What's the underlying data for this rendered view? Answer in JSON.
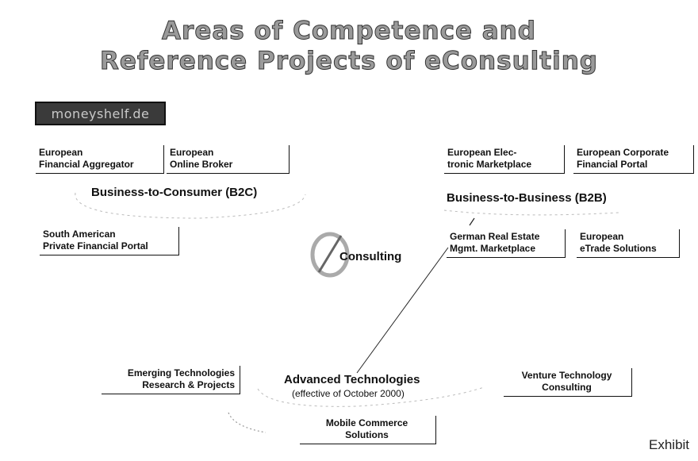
{
  "title": {
    "line1": "Areas of Competence and",
    "line2": "Reference Projects of eConsulting"
  },
  "logo_text": "moneyshelf.de",
  "b2c": {
    "heading": "Business-to-Consumer (B2C)",
    "boxes": [
      {
        "line1": "European",
        "line2": "Financial Aggregator"
      },
      {
        "line1": "European",
        "line2": "Online Broker"
      },
      {
        "line1": "South American",
        "line2": "Private Financial Portal"
      }
    ]
  },
  "b2b": {
    "heading": "Business-to-Business (B2B)",
    "boxes": [
      {
        "line1": "European Elec-",
        "line2": "tronic Marketplace"
      },
      {
        "line1": "European Corporate",
        "line2": "Financial Portal"
      },
      {
        "line1": "German Real Estate",
        "line2": "Mgmt. Marketplace"
      },
      {
        "line1": "European",
        "line2": "eTrade Solutions"
      }
    ]
  },
  "center": {
    "label": "Consulting"
  },
  "advanced": {
    "heading": "Advanced Technologies",
    "subheading": "(effective of October 2000)",
    "boxes": [
      {
        "line1": "Emerging Technologies",
        "line2": "Research & Projects"
      },
      {
        "line1": "Venture Technology",
        "line2": "Consulting"
      },
      {
        "line1": "Mobile Commerce",
        "line2": "Solutions"
      }
    ]
  },
  "footer": {
    "exhibit": "Exhibit"
  }
}
